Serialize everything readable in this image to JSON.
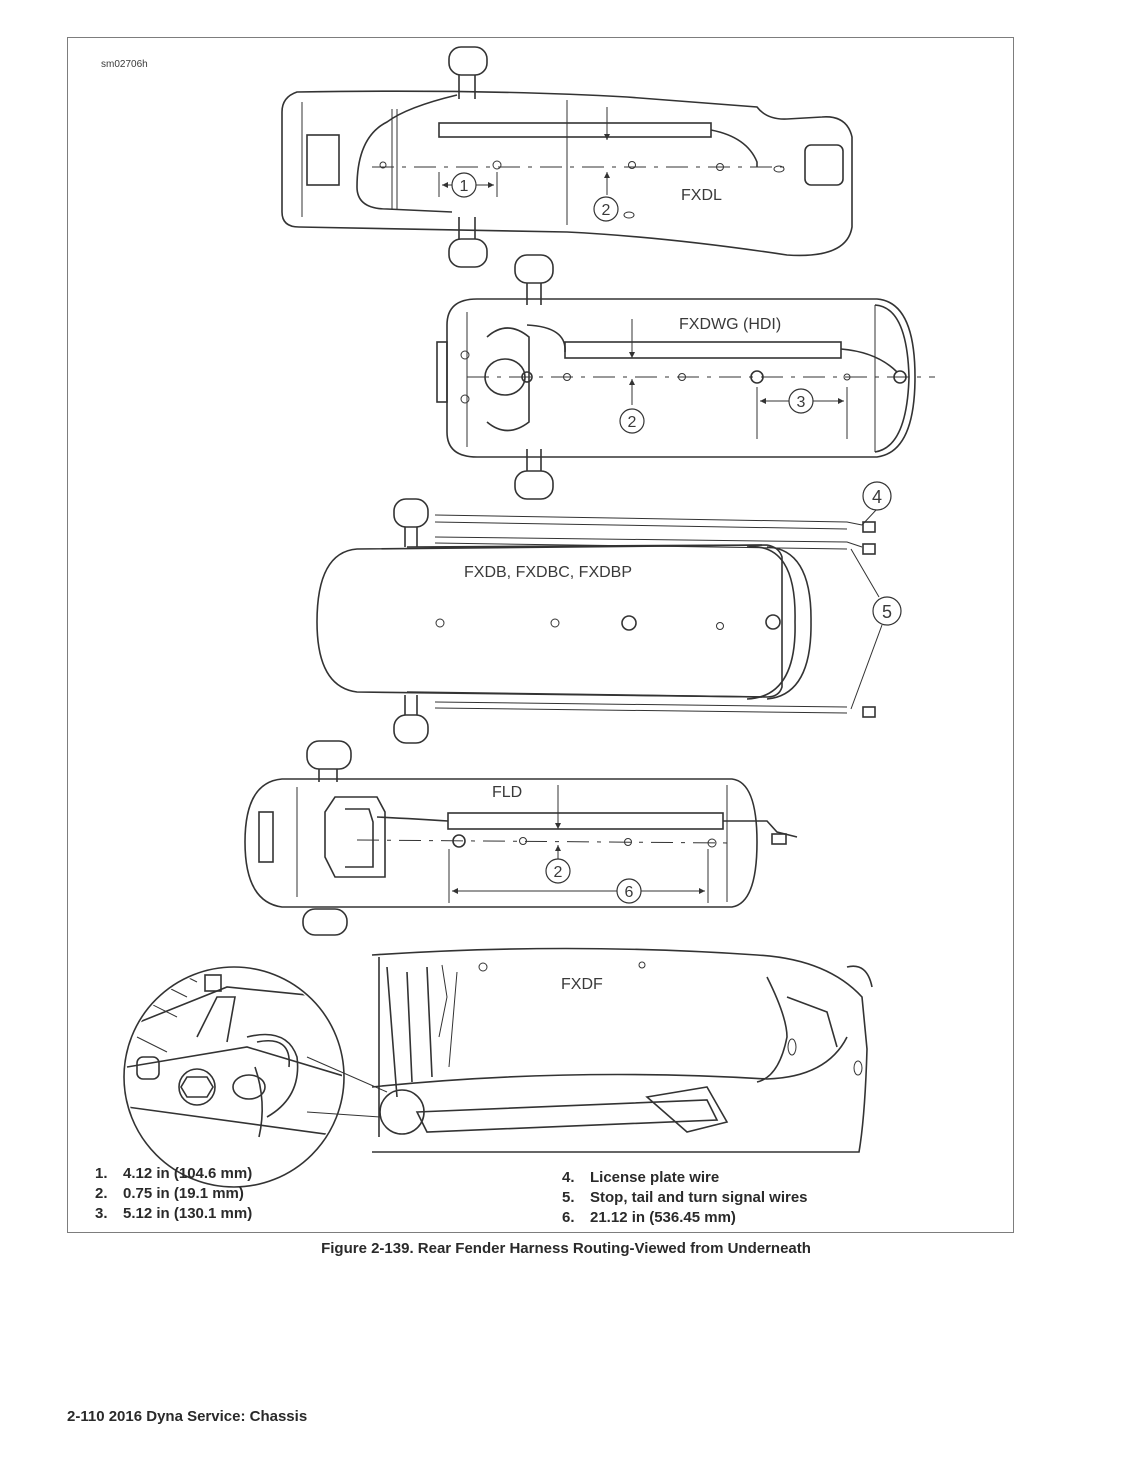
{
  "figure": {
    "id": "sm02706h",
    "models": {
      "fxdl": "FXDL",
      "fxdwg": "FXDWG (HDI)",
      "fxdb": "FXDB, FXDBC, FXDBP",
      "fld": "FLD",
      "fxdf": "FXDF"
    },
    "callouts": [
      "1",
      "2",
      "3",
      "4",
      "5",
      "6"
    ],
    "caption": "Figure 2-139. Rear Fender Harness Routing-Viewed from Underneath"
  },
  "legend": {
    "left": [
      {
        "num": "1.",
        "text": "4.12 in (104.6 mm)"
      },
      {
        "num": "2.",
        "text": "0.75 in (19.1 mm)"
      },
      {
        "num": "3.",
        "text": "5.12 in (130.1 mm)"
      }
    ],
    "right": [
      {
        "num": "4.",
        "text": "License plate wire"
      },
      {
        "num": "5.",
        "text": "Stop, tail and turn signal wires"
      },
      {
        "num": "6.",
        "text": "21.12 in (536.45 mm)"
      }
    ]
  },
  "footer": "2-110  2016 Dyna Service:  Chassis"
}
